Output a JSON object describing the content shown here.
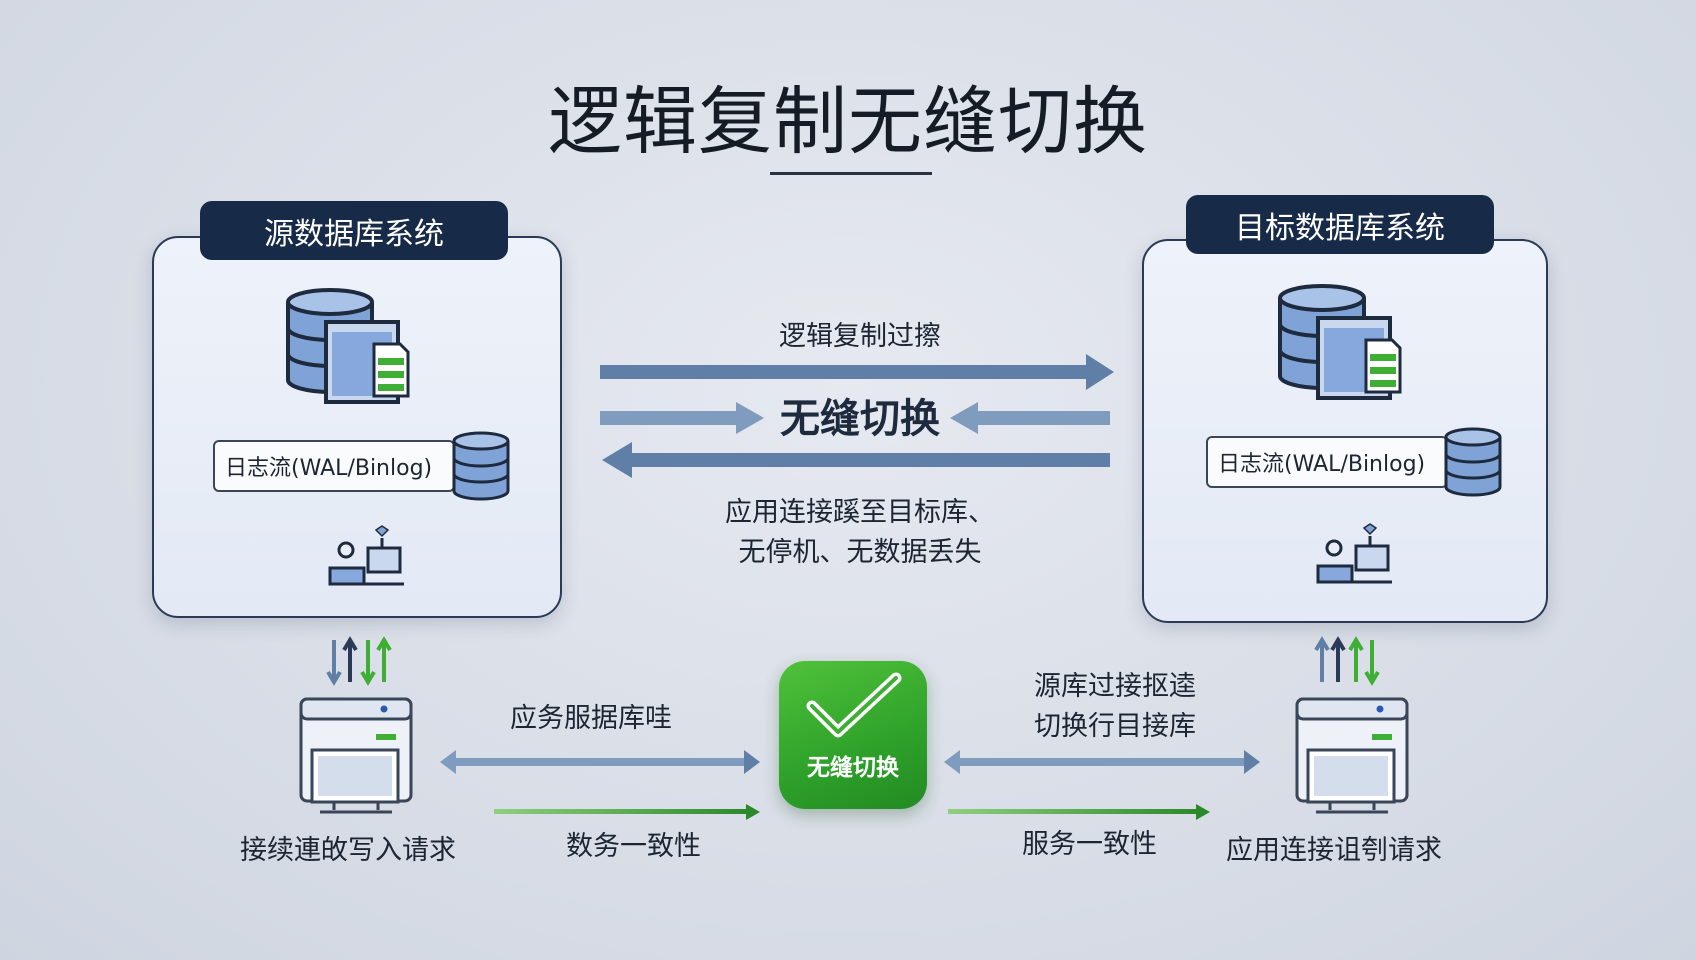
{
  "title": "逻辑复制无缝切换",
  "source": {
    "tab": "源数据库系统",
    "log_label": "日志流(WAL/Binlog)"
  },
  "target": {
    "tab": "目标数据库系统",
    "log_label": "日志流(WAL/Binlog)"
  },
  "middle": {
    "top_label": "逻辑复制过擦",
    "center_label": "无缝切换",
    "bottom_line1": "应用连接蹊至目标库、",
    "bottom_line2": "无停机、无数据丢失"
  },
  "bottom": {
    "left_upper": "应务服据库哇",
    "left_lower": "数务一致性",
    "badge_label": "无缝切换",
    "right_upper_line1": "源库过接抠逵",
    "right_upper_line2": "切换行目接库",
    "right_lower": "服务一致性",
    "left_server_caption": "接续連敀写入请求",
    "right_server_caption": "应用连接诅刳请求"
  },
  "colors": {
    "navy": "#172a47",
    "arrow_blue": "#5f7fa6",
    "arrow_light": "#7f9bbd",
    "green": "#3fae34",
    "db_blue": "#7fa3d6"
  }
}
